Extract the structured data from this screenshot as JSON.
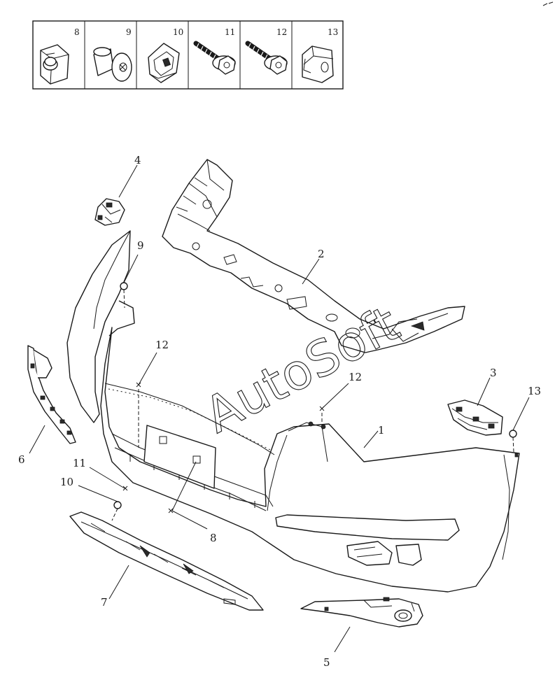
{
  "watermark": "AutoSoft",
  "fastener_legend": [
    {
      "num": "8"
    },
    {
      "num": "9"
    },
    {
      "num": "10"
    },
    {
      "num": "11"
    },
    {
      "num": "12"
    },
    {
      "num": "13"
    }
  ],
  "callouts": {
    "c1": "1",
    "c2": "2",
    "c3": "3",
    "c4": "4",
    "c5": "5",
    "c6": "6",
    "c7": "7",
    "c8": "8",
    "c9": "9",
    "c10": "10",
    "c11": "11",
    "c12a": "12",
    "c12b": "12",
    "c13": "13"
  },
  "icons": {
    "fastener_8": "push-clip-icon",
    "fastener_9": "rivet-clip-icon",
    "fastener_10": "spring-nut-icon",
    "fastener_11": "flange-screw-icon",
    "fastener_12": "flange-screw-icon",
    "fastener_13": "square-nut-icon"
  }
}
